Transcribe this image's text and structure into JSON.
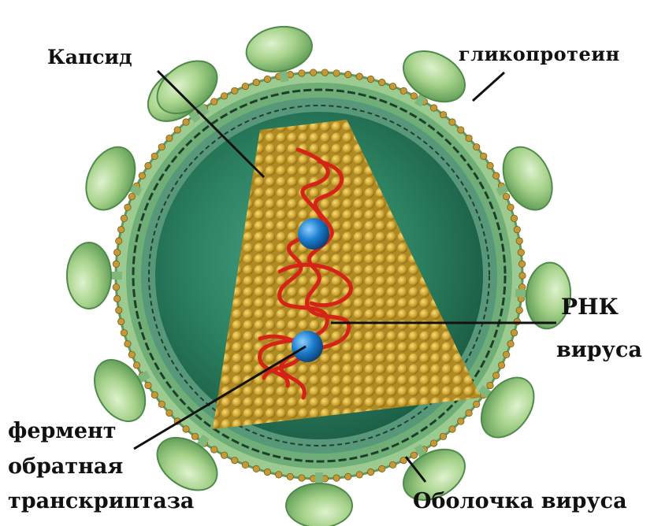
{
  "labels": {
    "capsid": "Капсид",
    "glycoprotein": "гликопротеин",
    "rna_line1": "РНК",
    "rna_line2": "вируса",
    "enzyme_line1": "фермент",
    "enzyme_line2": "обратная",
    "enzyme_line3": "транскриптаза",
    "envelope": "Оболочка вируса"
  },
  "colors": {
    "membrane_outer": "#8fc48a",
    "membrane_inner": "#3f7a52",
    "core": "#2f8a6a",
    "capsid_bead": "#d6b03a",
    "rna": "#d8281a",
    "enzyme": "#1e7fc8",
    "glycoprotein": "#a8d48c",
    "envelope_dots": "#c49a36"
  }
}
